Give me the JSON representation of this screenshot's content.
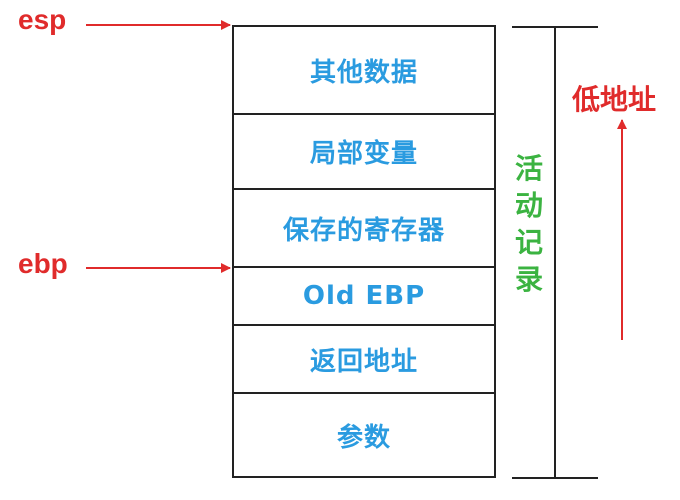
{
  "pointers": {
    "esp": "esp",
    "ebp": "ebp"
  },
  "stack_cells": [
    "其他数据",
    "局部变量",
    "保存的寄存器",
    "Old EBP",
    "返回地址",
    "参数"
  ],
  "activation_record_label": "活动记录",
  "low_address_label": "低地址",
  "colors": {
    "pointer": "#e02b2b",
    "cell_text": "#2a9be0",
    "record_label": "#3bb341",
    "border": "#222222"
  }
}
